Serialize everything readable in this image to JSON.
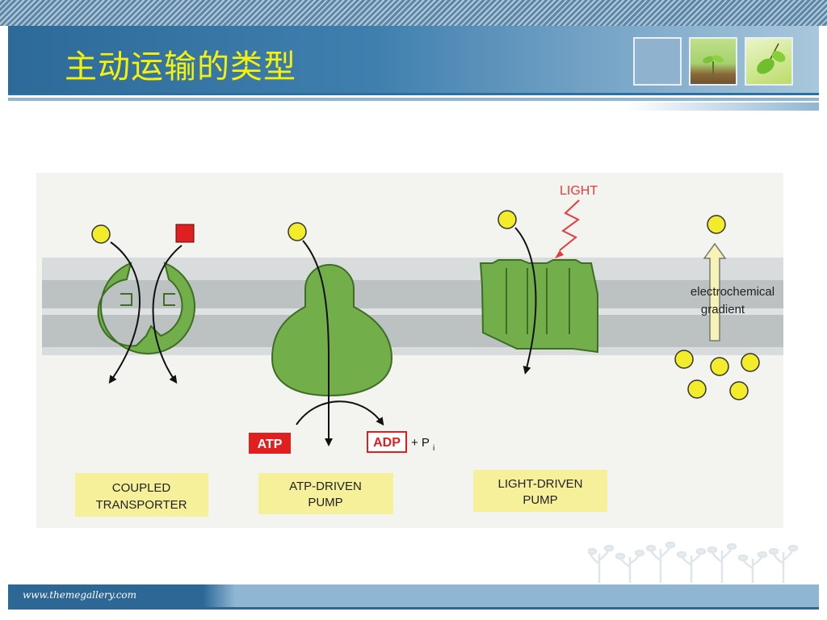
{
  "slide": {
    "title": "主动运输的类型",
    "footer_url": "www.themegallery.com"
  },
  "diagram": {
    "light_label": "LIGHT",
    "atp_label": "ATP",
    "adp_label": "ADP",
    "pi_plus": "+ P",
    "pi_sub": "i",
    "gradient_line1": "electrochemical",
    "gradient_line2": "gradient",
    "caption_coupled_line1": "COUPLED",
    "caption_coupled_line2": "TRANSPORTER",
    "caption_atp_line1": "ATP-DRIVEN",
    "caption_atp_line2": "PUMP",
    "caption_light_line1": "LIGHT-DRIVEN",
    "caption_light_line2": "PUMP"
  },
  "colors": {
    "title": "#f4f20a",
    "header_blue": "#2d6a99",
    "protein_green": "#72ae4a",
    "solute_yellow": "#f2ec2a",
    "solute_red": "#e02020",
    "caption_bg": "#f7f09a",
    "atp_red": "#e0201e",
    "light_red": "#e83a3a"
  },
  "icons": {
    "thumb_1": "blank-blue-tile",
    "thumb_2": "sprout-photo",
    "thumb_3": "leaves-photo",
    "decoration": "grass-silhouette"
  }
}
